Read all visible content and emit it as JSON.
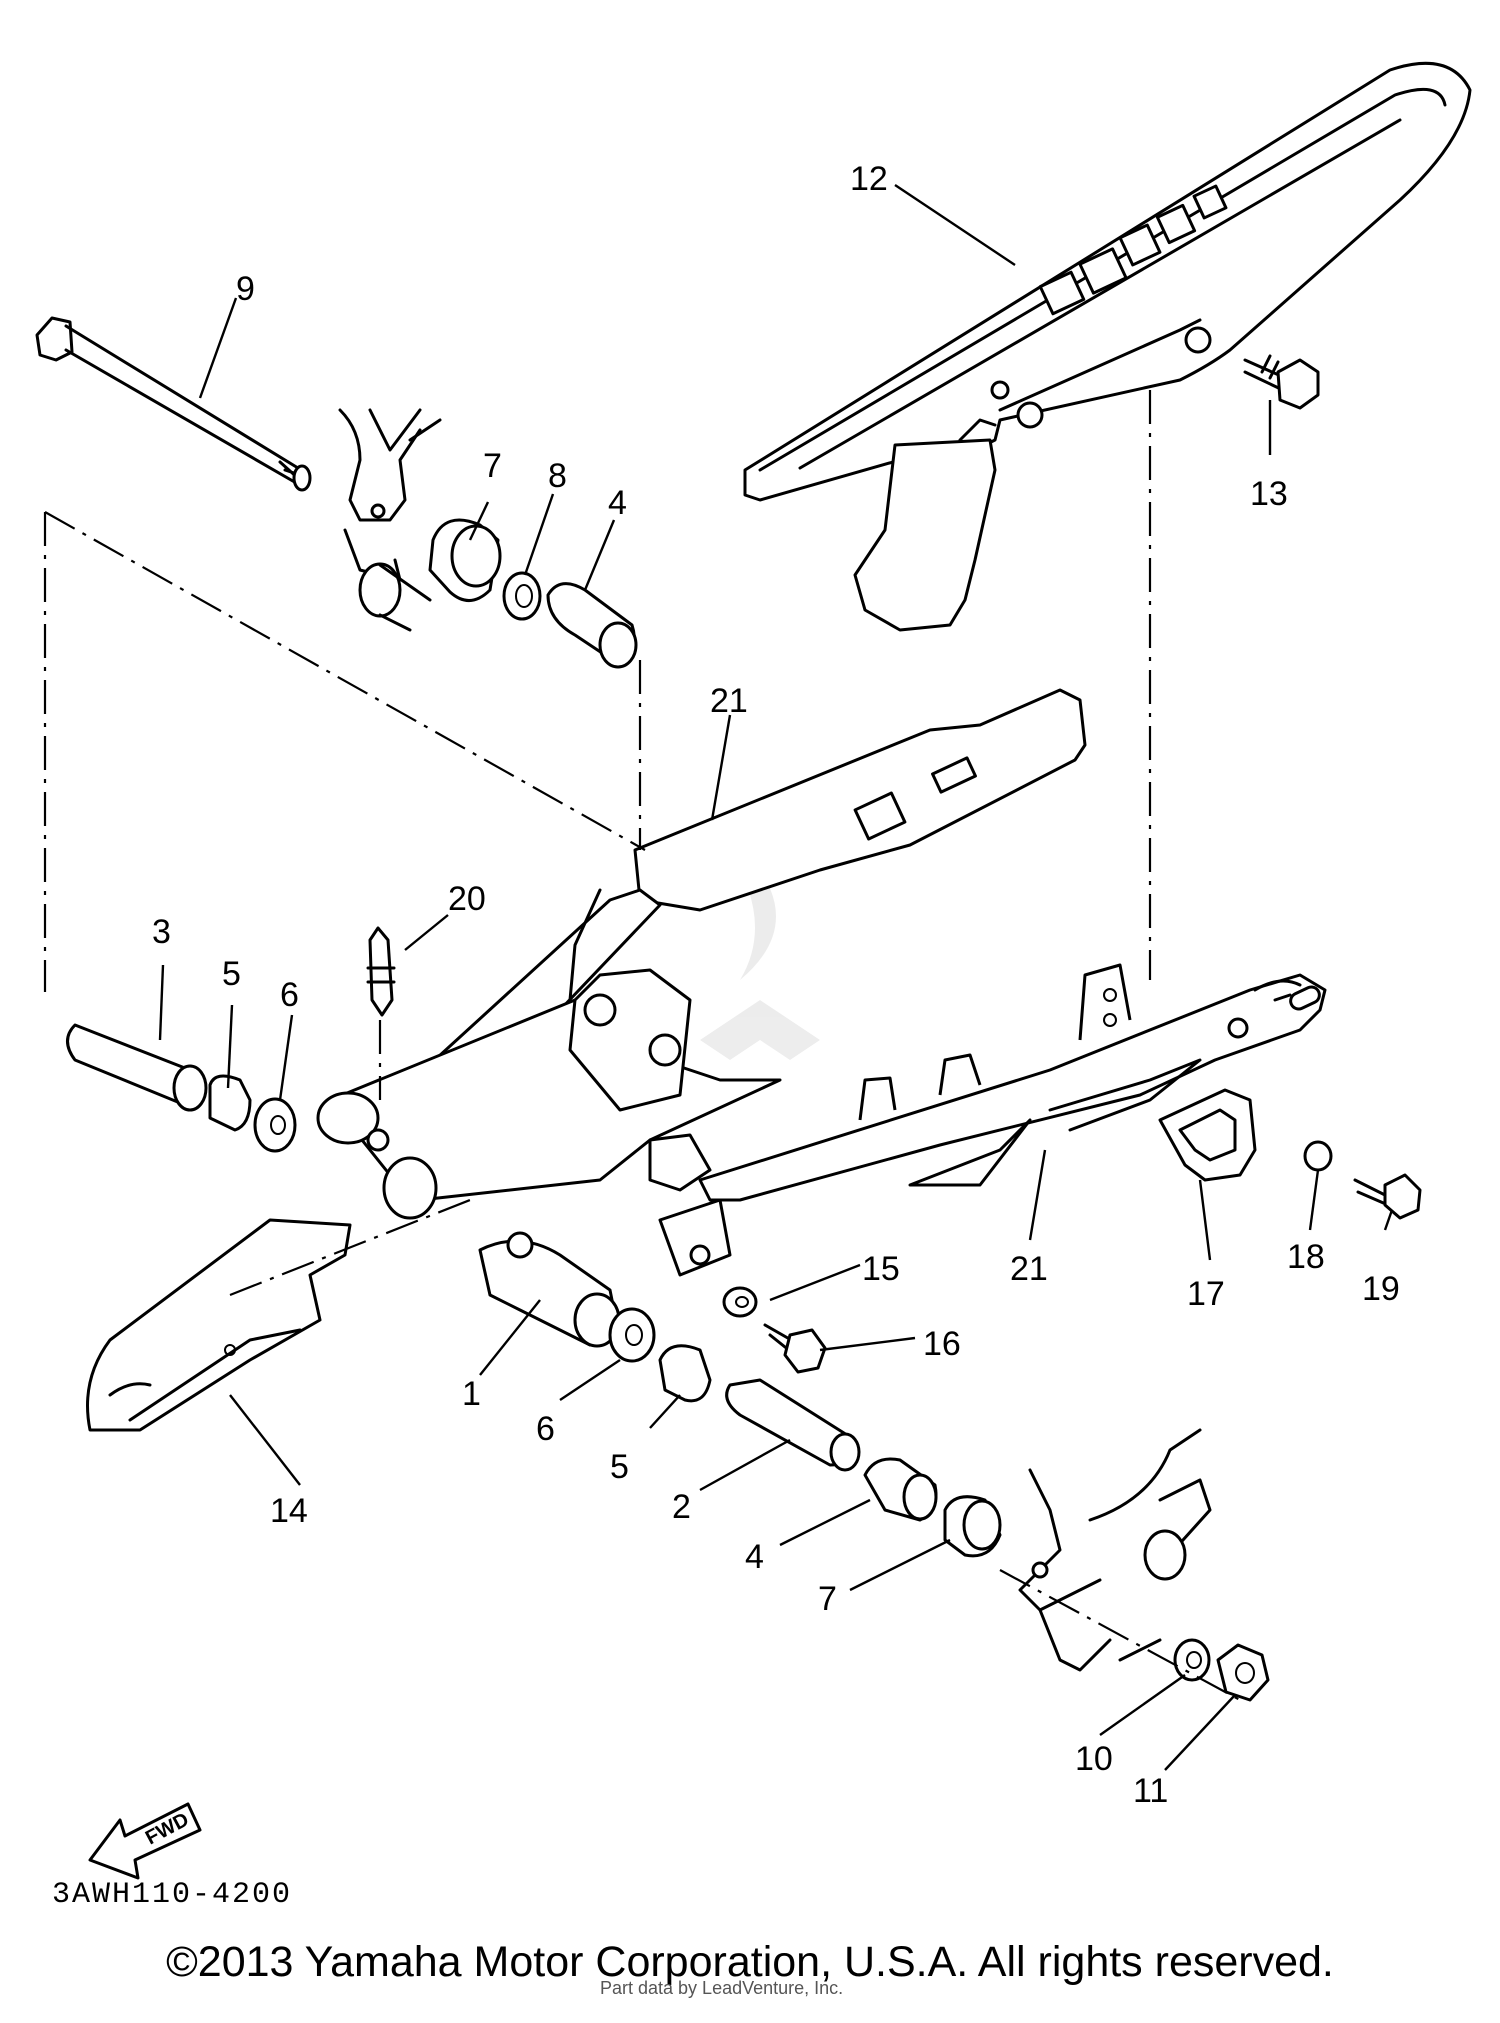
{
  "diagram": {
    "code": "3AWH110-4200",
    "copyright": "©2013 Yamaha Motor Corporation, U.S.A. All rights reserved.",
    "credit": "Part data by LeadVenture, Inc.",
    "fwd_label": "FWD",
    "callouts": [
      "1",
      "2",
      "3",
      "4",
      "4",
      "5",
      "5",
      "6",
      "6",
      "7",
      "7",
      "8",
      "9",
      "10",
      "11",
      "12",
      "13",
      "14",
      "15",
      "16",
      "17",
      "18",
      "19",
      "20",
      "21",
      "21"
    ]
  }
}
